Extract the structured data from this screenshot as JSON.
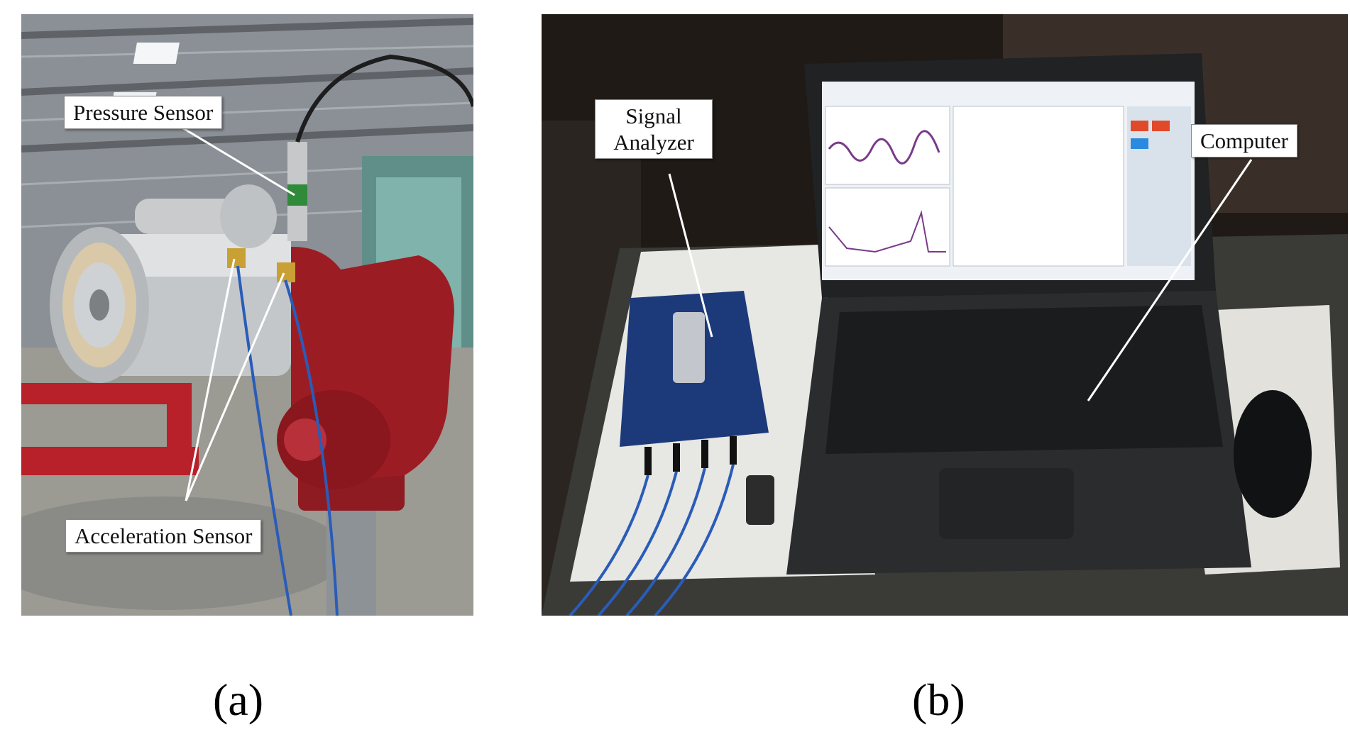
{
  "panel_a": {
    "caption": "(a)",
    "labels": {
      "pressure_sensor": "Pressure Sensor",
      "acceleration_sensor": "Acceleration Sensor"
    }
  },
  "panel_b": {
    "caption": "(b)",
    "labels": {
      "signal_analyzer_line1": "Signal",
      "signal_analyzer_line2": "Analyzer",
      "computer": "Computer"
    }
  },
  "colors": {
    "fire_monitor_red": "#9c1c24",
    "nozzle_silver": "#c4c7ca",
    "analyzer_blue": "#1c3a7a",
    "screen_waveform": "#7a3a8a",
    "laptop_body": "#2a2c2e"
  }
}
